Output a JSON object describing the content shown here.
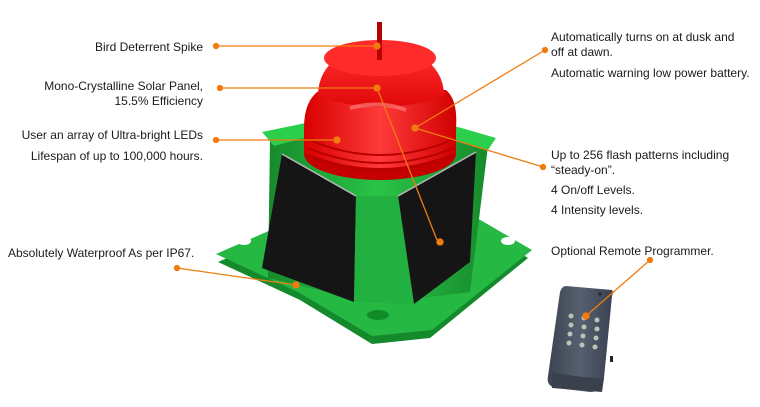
{
  "colors": {
    "leader_line": "#f07c10",
    "lamp_red": "#f01010",
    "base_green": "#1fae3a",
    "panel_black": "#141414",
    "remote_gray": "#4a5260"
  },
  "left_labels": {
    "spike": "Bird Deterrent Spike",
    "panel_line1": "Mono-Crystalline Solar Panel,",
    "panel_line2": "15.5% Efficiency",
    "leds_line1": "User an array of Ultra-bright  LEDs",
    "leds_line2": "Lifespan of up to 100,000 hours.",
    "waterproof": "Absolutely Waterproof As per IP67."
  },
  "right_labels": {
    "dusk_line1": "Automatically turns on at dusk and",
    "dusk_line2": "off at dawn.",
    "battery": "Automatic warning low power battery.",
    "flash_line1": "Up to 256 flash patterns including",
    "flash_line2": "“steady-on”.",
    "onoff": "4 On/off Levels.",
    "intensity": "4 Intensity levels.",
    "remote": "Optional Remote Programmer."
  },
  "illustration": {
    "product": "solar-marine-lantern",
    "accessory": "remote-programmer"
  }
}
